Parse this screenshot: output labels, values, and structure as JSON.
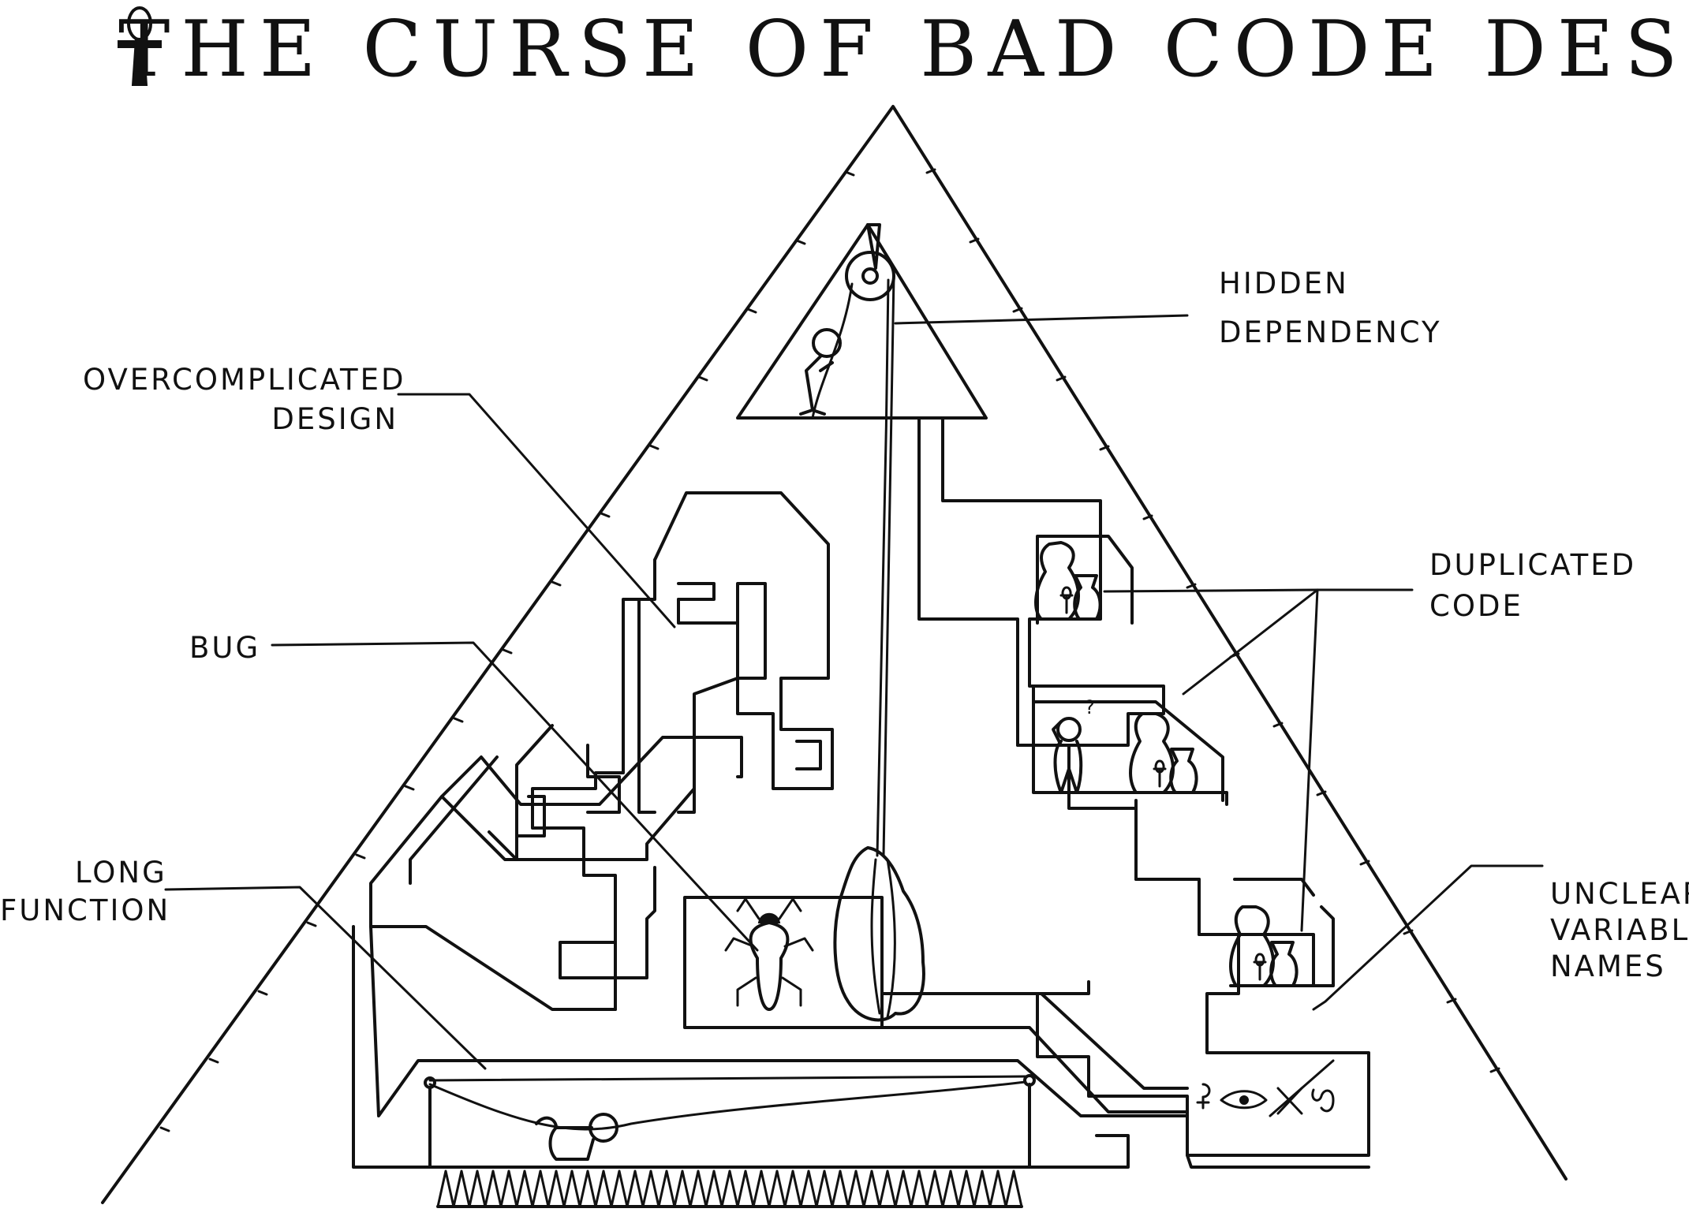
{
  "title": "THE CURSE OF BAD CODE DESIGN",
  "labels": {
    "hidden_dependency": {
      "line1": "HIDDEN",
      "line2": "DEPENDENCY"
    },
    "overcomplicated_design": {
      "line1": "OVERCOMPLICATED",
      "line2": "DESIGN"
    },
    "duplicated_code": {
      "line1": "DUPLICATED",
      "line2": "CODE"
    },
    "bug": {
      "line1": "BUG"
    },
    "long_function": {
      "line1": "LONG",
      "line2": "FUNCTION"
    },
    "unclear_variable_names": {
      "line1": "UNCLEAR",
      "line2": "VARIABLE",
      "line3": "NAMES"
    }
  },
  "colors": {
    "ink": "#111111",
    "paper": "#ffffff"
  },
  "icons": [
    "ankh-icon",
    "pulley-icon",
    "rope-icon",
    "boulder-icon",
    "scarab-icon",
    "vase-icon",
    "confused-person-icon",
    "climbing-person-icon",
    "trapped-person-icon",
    "hieroglyph-icon",
    "spike-pit-icon"
  ]
}
